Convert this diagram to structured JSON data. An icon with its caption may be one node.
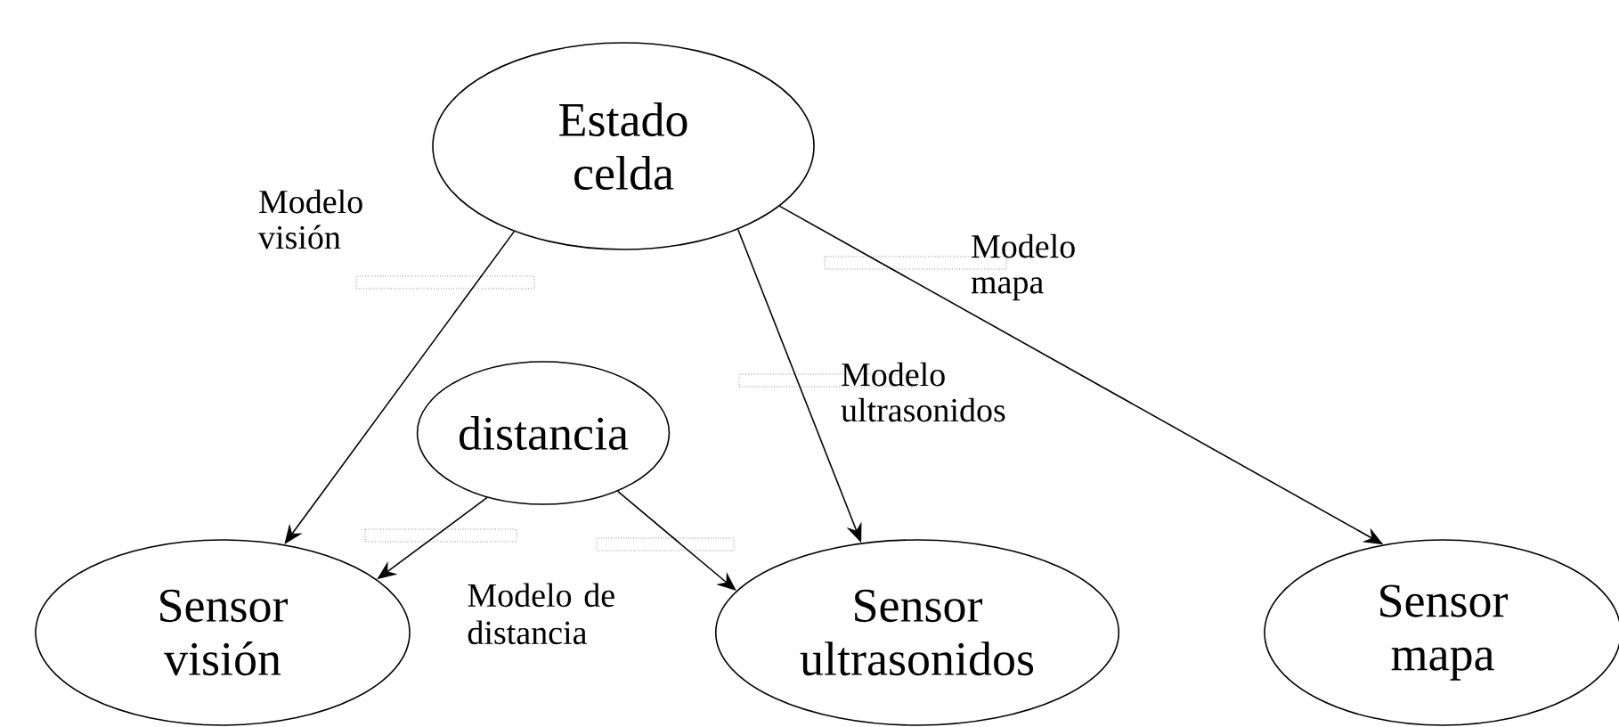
{
  "diagram": {
    "nodes": [
      {
        "text": [
          "Estado celda"
        ]
      },
      {
        "text": [
          "distancia"
        ]
      },
      {
        "text": [
          "Sensor visión"
        ]
      },
      {
        "text": [
          "Sensor ultrasonidos"
        ]
      },
      {
        "text": [
          "Sensor mapa"
        ]
      }
    ],
    "edges": [
      {
        "from": 0,
        "to": 2,
        "arrow": "to",
        "label": "Modelo visión"
      },
      {
        "from": 0,
        "to": 3,
        "arrow": "to",
        "label": "Modelo ultrasonidos"
      },
      {
        "from": 0,
        "to": 4,
        "arrow": "to",
        "label": "Modelo mapa"
      },
      {
        "from": 1,
        "to": 2,
        "arrow": "to"
      },
      {
        "from": 1,
        "to": 3,
        "arrow": "to"
      }
    ],
    "labels": [
      "Modelo de distancia"
    ]
  }
}
